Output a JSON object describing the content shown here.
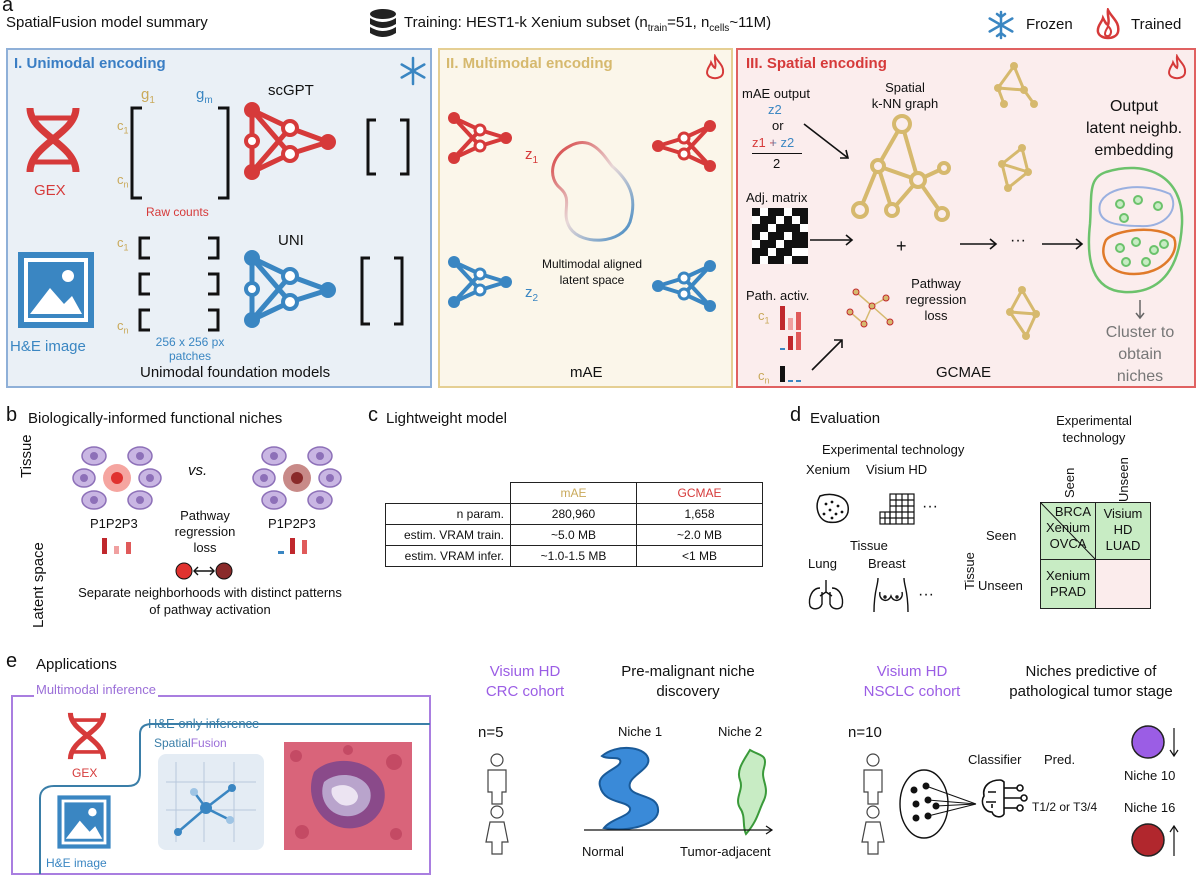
{
  "panel_a": {
    "letter": "a",
    "title": "SpatialFusion model summary",
    "training_label": "Training: HEST1-k Xenium subset (n",
    "training_sub_train": "train",
    "training_mid": "=51, n",
    "training_sub_cells": "cells",
    "training_end": "~11M)",
    "frozen_label": "Frozen",
    "trained_label": "Trained",
    "unimodal": {
      "title": "I. Unimodal encoding",
      "gex_label": "GEX",
      "he_label": "H&E image",
      "g1": "g",
      "g1_sub": "1",
      "gm": "g",
      "gm_sub": "m",
      "c1": "c",
      "c1_sub": "1",
      "cn": "c",
      "cn_sub": "n",
      "raw_counts": "Raw counts",
      "patches_line1": "256 x 256 px",
      "patches_line2": "patches",
      "scgpt": "scGPT",
      "uni": "UNI",
      "caption": "Unimodal foundation models"
    },
    "multimodal": {
      "title": "II. Multimodal encoding",
      "z1": "z",
      "z1_sub": "1",
      "z2": "z",
      "z2_sub": "2",
      "latent_line1": "Multimodal aligned",
      "latent_line2": "latent space",
      "caption": "mAE"
    },
    "spatial": {
      "title": "III. Spatial encoding",
      "mae_output": "mAE output",
      "z2": "z2",
      "or": "or",
      "z1_plus_z2": "z1 + z2",
      "two": "2",
      "knn_line1": "Spatial",
      "knn_line2": "k-NN graph",
      "adj_matrix": "Adj. matrix",
      "plus": "+",
      "path_activ": "Path. activ.",
      "pathway_line1": "Pathway",
      "pathway_line2": "regression",
      "pathway_line3": "loss",
      "dots": "···",
      "output_line1": "Output",
      "output_line2": "latent neighb.",
      "output_line3": "embedding",
      "cluster_line1": "Cluster to",
      "cluster_line2": "obtain",
      "cluster_line3": "niches",
      "caption": "GCMAE"
    }
  },
  "panel_b": {
    "letter": "b",
    "title": "Biologically-informed functional niches",
    "tissue": "Tissue",
    "latent_space": "Latent space",
    "vs": "vs.",
    "p_labels": "P1P2P3",
    "pathway_line1": "Pathway",
    "pathway_line2": "regression",
    "pathway_line3": "loss",
    "caption_line1": "Separate neighborhoods with distinct patterns",
    "caption_line2": "of pathway activation"
  },
  "panel_c": {
    "letter": "c",
    "title": "Lightweight model",
    "headers": [
      "mAE",
      "GCMAE"
    ],
    "rows": [
      {
        "label": "n param.",
        "mae": "280,960",
        "gcmae": "1,658"
      },
      {
        "label": "estim. VRAM train.",
        "mae": "~5.0 MB",
        "gcmae": "~2.0 MB"
      },
      {
        "label": "estim. VRAM infer.",
        "mae": "~1.0-1.5 MB",
        "gcmae": "<1 MB"
      }
    ]
  },
  "panel_d": {
    "letter": "d",
    "title": "Evaluation",
    "exp_tech": "Experimental technology",
    "xenium": "Xenium",
    "visium_hd": "Visium HD",
    "dots": "···",
    "tissue": "Tissue",
    "lung": "Lung",
    "breast": "Breast",
    "grid_title_line1": "Experimental",
    "grid_title_line2": "technology",
    "seen": "Seen",
    "unseen": "Unseen",
    "tissue_axis": "Tissue",
    "cell_brca": "BRCA",
    "cell_xenium": "Xenium",
    "cell_ovca": "OVCA",
    "cell_visium_line1": "Visium",
    "cell_visium_line2": "HD",
    "cell_visium_line3": "LUAD",
    "cell_prad_line1": "Xenium",
    "cell_prad_line2": "PRAD"
  },
  "panel_e": {
    "letter": "e",
    "title": "Applications",
    "multimodal_inference": "Multimodal inference",
    "he_only": "H&E only inference",
    "spatial": "Spatial",
    "fusion": "Fusion",
    "gex": "GEX",
    "he_image": "H&E image",
    "crc_line1": "Visium HD",
    "crc_line2": "CRC cohort",
    "crc_n": "n=5",
    "premalig_line1": "Pre-malignant niche",
    "premalig_line2": "discovery",
    "niche1": "Niche 1",
    "niche2": "Niche 2",
    "normal": "Normal",
    "tumor_adj": "Tumor-adjacent",
    "nsclc_line1": "Visium HD",
    "nsclc_line2": "NSCLC cohort",
    "nsclc_n": "n=10",
    "predictive_line1": "Niches predictive of",
    "predictive_line2": "pathological tumor stage",
    "classifier": "Classifier",
    "pred": "Pred.",
    "t_stage": "T1/2 or T3/4",
    "niche10": "Niche 10",
    "niche16": "Niche 16"
  }
}
